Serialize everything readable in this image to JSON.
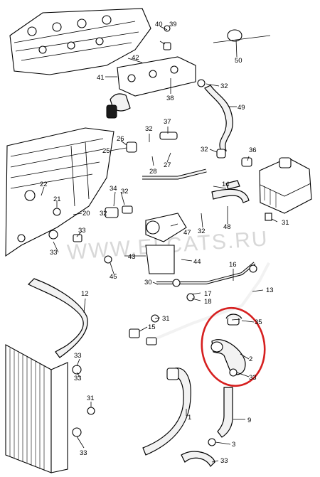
{
  "watermark": "WWW.ELCATS.RU",
  "highlight_color": "#d61f1f",
  "parts": [
    {
      "id": "p40",
      "num": "40"
    },
    {
      "id": "p39",
      "num": "39"
    },
    {
      "id": "p50",
      "num": "50"
    },
    {
      "id": "p42",
      "num": "42"
    },
    {
      "id": "p41",
      "num": "41"
    },
    {
      "id": "p38",
      "num": "38"
    },
    {
      "id": "p32a",
      "num": "32"
    },
    {
      "id": "p49",
      "num": "49"
    },
    {
      "id": "p37",
      "num": "37"
    },
    {
      "id": "p32b",
      "num": "32"
    },
    {
      "id": "p26",
      "num": "26"
    },
    {
      "id": "p25",
      "num": "25"
    },
    {
      "id": "p32c",
      "num": "32"
    },
    {
      "id": "p36",
      "num": "36"
    },
    {
      "id": "p28",
      "num": "28"
    },
    {
      "id": "p27",
      "num": "27"
    },
    {
      "id": "p22",
      "num": "22"
    },
    {
      "id": "p21",
      "num": "21"
    },
    {
      "id": "p20",
      "num": "20"
    },
    {
      "id": "p34",
      "num": "34"
    },
    {
      "id": "p32d",
      "num": "32"
    },
    {
      "id": "p32e",
      "num": "32"
    },
    {
      "id": "p33a",
      "num": "33"
    },
    {
      "id": "p33b",
      "num": "33"
    },
    {
      "id": "p47",
      "num": "47"
    },
    {
      "id": "p32f",
      "num": "32"
    },
    {
      "id": "p48",
      "num": "48"
    },
    {
      "id": "p31a",
      "num": "31"
    },
    {
      "id": "p43",
      "num": "43"
    },
    {
      "id": "p44",
      "num": "44"
    },
    {
      "id": "p45",
      "num": "45"
    },
    {
      "id": "p16",
      "num": "16"
    },
    {
      "id": "p14",
      "num": "14"
    },
    {
      "id": "p30",
      "num": "30"
    },
    {
      "id": "p13",
      "num": "13"
    },
    {
      "id": "p12",
      "num": "12"
    },
    {
      "id": "p17",
      "num": "17"
    },
    {
      "id": "p18",
      "num": "18"
    },
    {
      "id": "p31b",
      "num": "31"
    },
    {
      "id": "p15",
      "num": "15"
    },
    {
      "id": "p35",
      "num": "35"
    },
    {
      "id": "p2",
      "num": "2"
    },
    {
      "id": "p33c",
      "num": "33"
    },
    {
      "id": "p33d",
      "num": "33"
    },
    {
      "id": "p33e",
      "num": "33"
    },
    {
      "id": "p31c",
      "num": "31"
    },
    {
      "id": "p1",
      "num": "1"
    },
    {
      "id": "p9",
      "num": "9"
    },
    {
      "id": "p33f",
      "num": "33"
    },
    {
      "id": "p3",
      "num": "3"
    },
    {
      "id": "p33g",
      "num": "33"
    }
  ]
}
